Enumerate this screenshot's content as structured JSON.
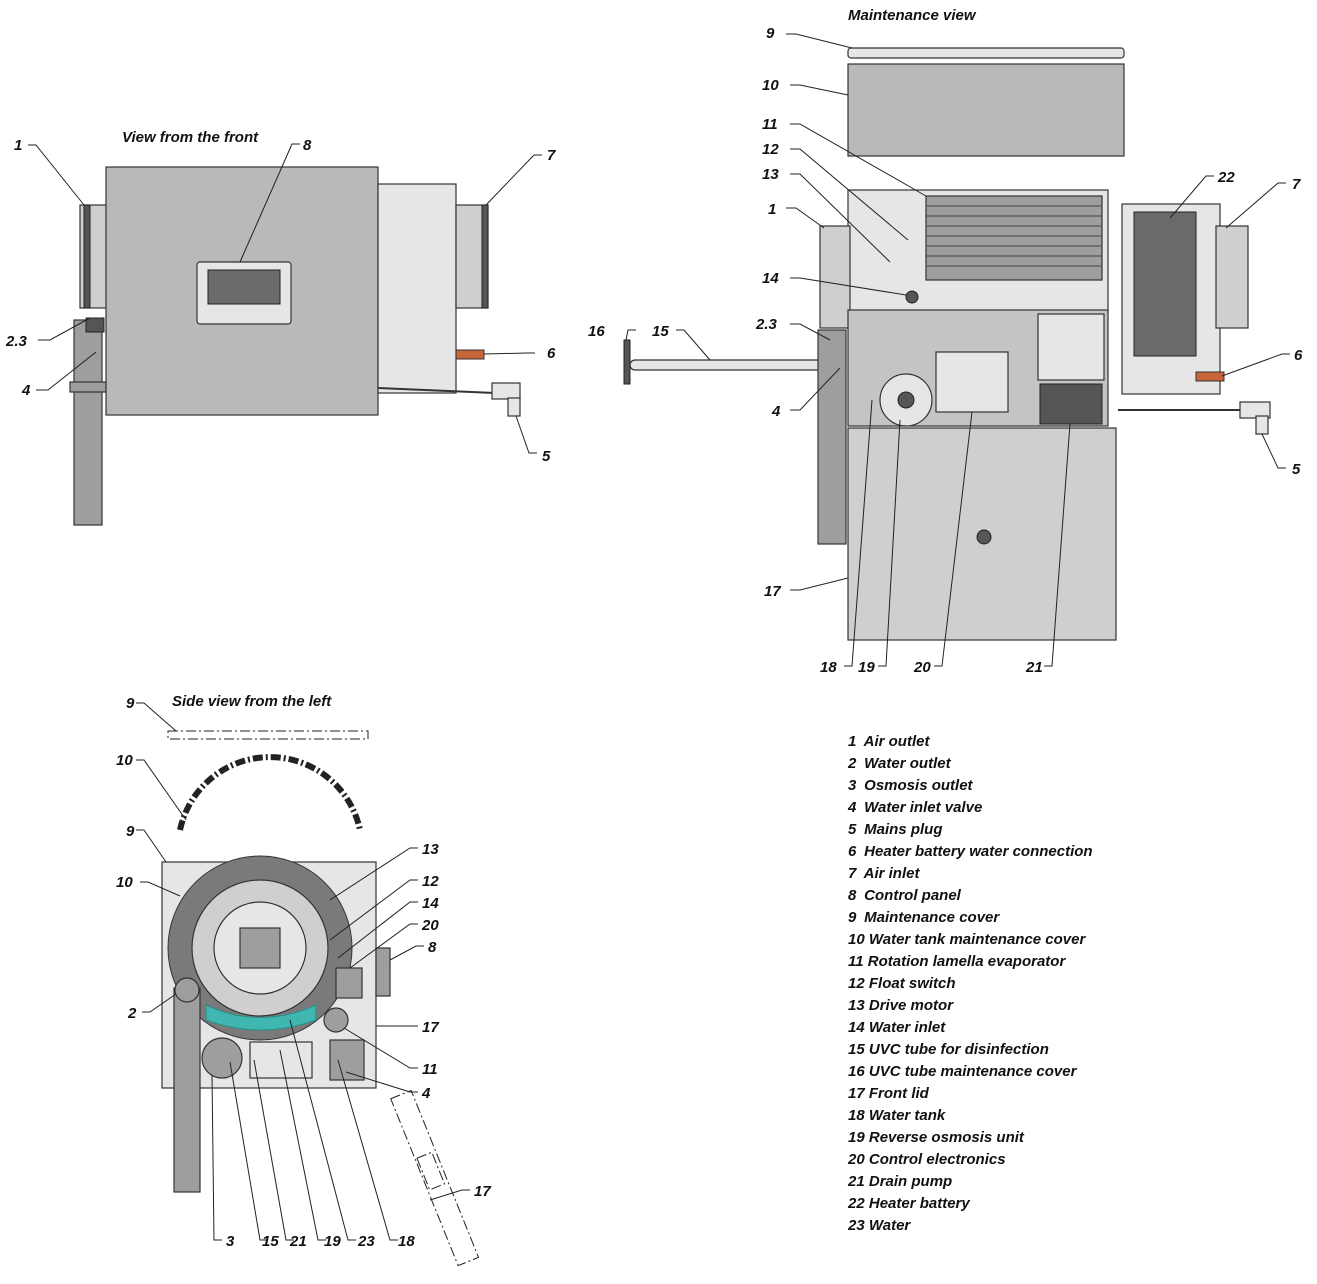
{
  "views": {
    "front": "View from the front",
    "maintenance": "Maintenance view",
    "side": "Side view from the left"
  },
  "callouts": {
    "front": [
      "1",
      "7",
      "8",
      "2.3",
      "6",
      "4",
      "5"
    ],
    "maintenance": [
      "9",
      "10",
      "11",
      "12",
      "13",
      "1",
      "22",
      "7",
      "14",
      "2.3",
      "16",
      "15",
      "6",
      "4",
      "5",
      "17",
      "18",
      "19",
      "20",
      "21"
    ],
    "side": [
      "9",
      "10",
      "9",
      "13",
      "10",
      "12",
      "14",
      "20",
      "8",
      "2",
      "17",
      "11",
      "4",
      "3",
      "15",
      "21",
      "19",
      "23",
      "18",
      "17"
    ]
  },
  "legend": [
    {
      "num": "1",
      "text": "Air outlet"
    },
    {
      "num": "2",
      "text": "Water outlet"
    },
    {
      "num": "3",
      "text": "Osmosis outlet"
    },
    {
      "num": "4",
      "text": "Water inlet valve"
    },
    {
      "num": "5",
      "text": "Mains plug"
    },
    {
      "num": "6",
      "text": "Heater battery water connection"
    },
    {
      "num": "7",
      "text": "Air inlet"
    },
    {
      "num": "8",
      "text": "Control panel"
    },
    {
      "num": "9",
      "text": "Maintenance cover"
    },
    {
      "num": "10",
      "text": "Water tank maintenance cover"
    },
    {
      "num": "11",
      "text": "Rotation lamella evaporator"
    },
    {
      "num": "12",
      "text": "Float switch"
    },
    {
      "num": "13",
      "text": "Drive motor"
    },
    {
      "num": "14",
      "text": "Water inlet"
    },
    {
      "num": "15",
      "text": "UVC tube for disinfection"
    },
    {
      "num": "16",
      "text": "UVC tube maintenance cover"
    },
    {
      "num": "17",
      "text": "Front lid"
    },
    {
      "num": "18",
      "text": "Water tank"
    },
    {
      "num": "19",
      "text": "Reverse osmosis unit"
    },
    {
      "num": "20",
      "text": "Control electronics"
    },
    {
      "num": "21",
      "text": "Drain pump"
    },
    {
      "num": "22",
      "text": "Heater battery"
    },
    {
      "num": "23",
      "text": "Water"
    }
  ],
  "colors": {
    "housing": "#b9b9b9",
    "water": "#3fb7b0",
    "copper": "#c8663a"
  }
}
